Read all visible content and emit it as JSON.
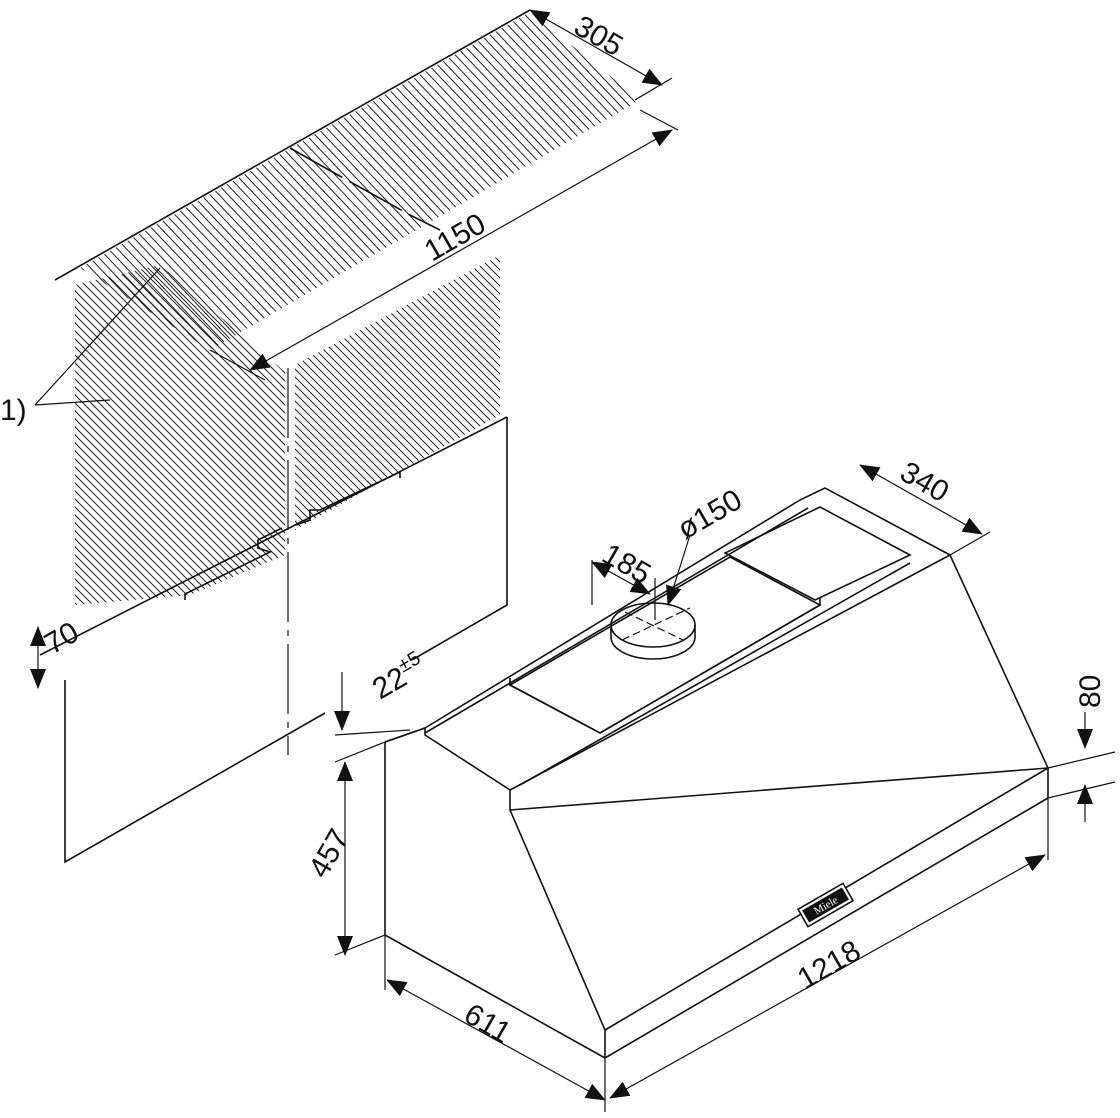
{
  "colors": {
    "line": "#111111",
    "background": "#ffffff"
  },
  "dimensions": {
    "d305": "305",
    "d1150": "1150",
    "d1": "1)",
    "d70": "70",
    "d22": "22",
    "d22_tol": "±5",
    "d185": "185",
    "d150": "ø150",
    "d340": "340",
    "d80": "80",
    "d457": "457",
    "d611": "611",
    "d1218": "1218"
  },
  "badge": {
    "logo_text": "Miele"
  }
}
